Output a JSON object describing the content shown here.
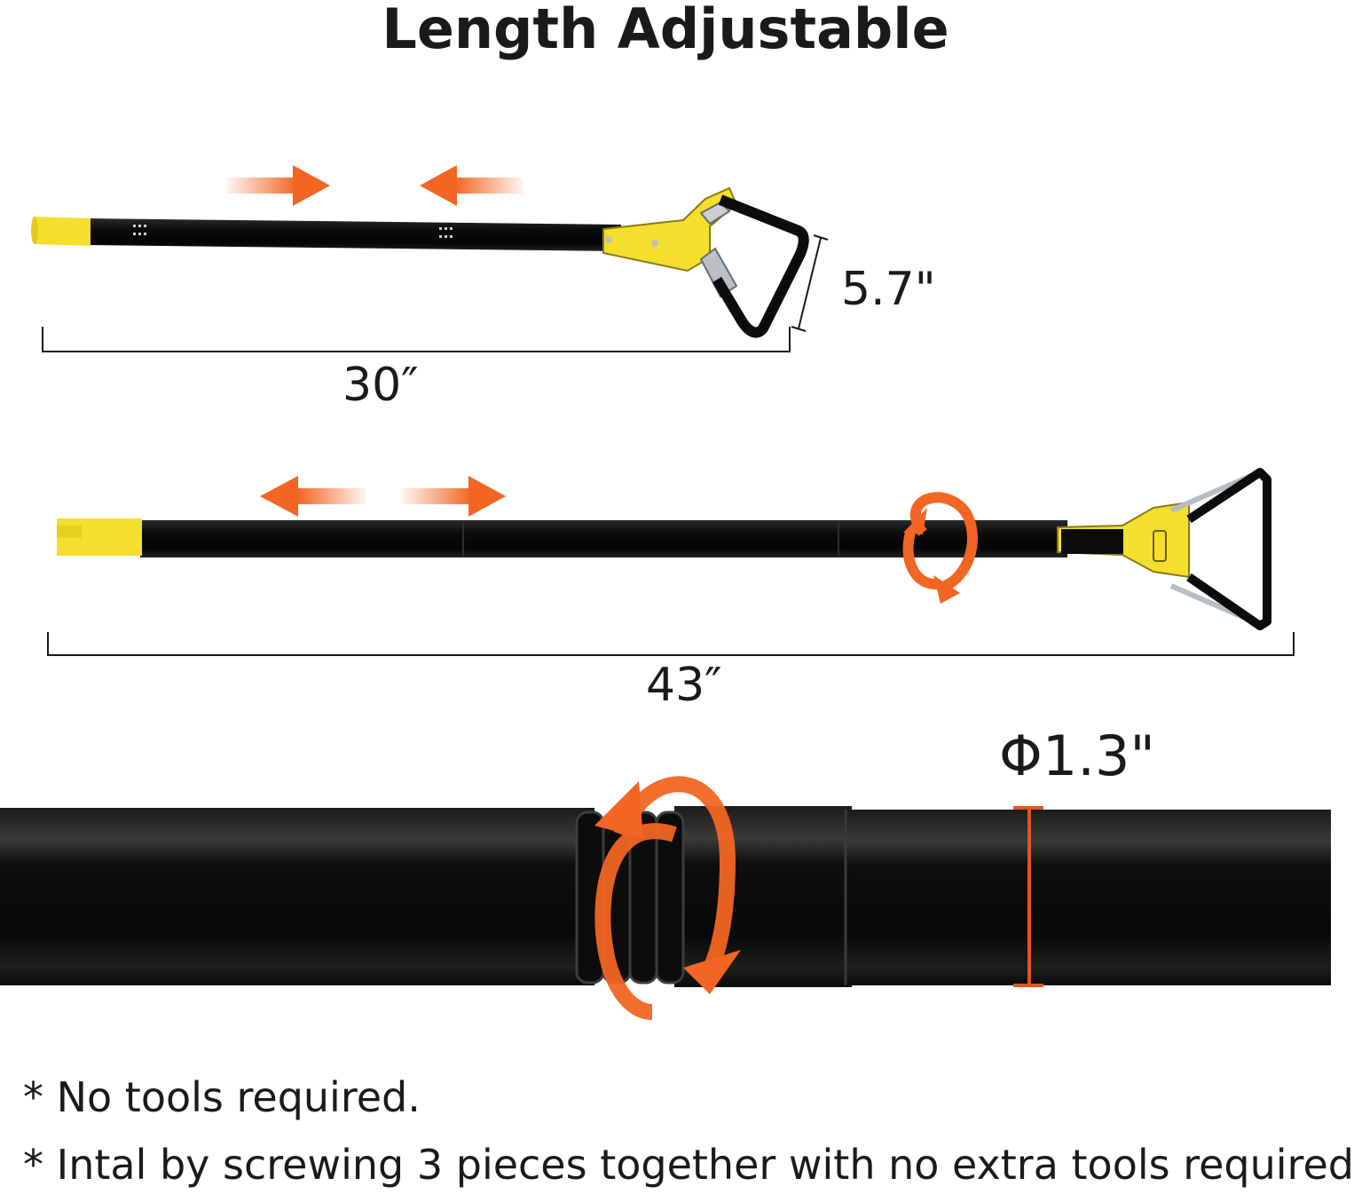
{
  "title": "Length Adjustable",
  "dimensions": {
    "short_length": "30″",
    "handle_height": "5.7\"",
    "long_length": "43″",
    "diameter": "Φ1.3\""
  },
  "notes": [
    "* No tools required.",
    "* Intal by screwing 3 pieces together with no extra tools required"
  ],
  "colors": {
    "accent_orange": "#f26522",
    "handle_yellow": "#f5df2e",
    "pole_black": "#111111",
    "text": "#1a1a1a"
  },
  "icons": [
    "arrow-right-icon",
    "arrow-left-icon",
    "rotate-icon"
  ]
}
